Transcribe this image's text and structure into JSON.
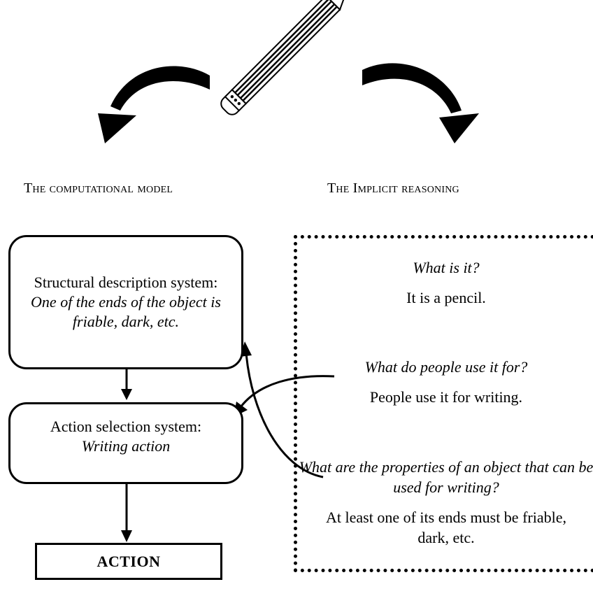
{
  "headings": {
    "left": "The computational model",
    "right": "The Implicit reasoning"
  },
  "left_column": {
    "structural_box": {
      "title": "Structural description system:",
      "detail": "One of the ends of the object is friable, dark, etc."
    },
    "action_selection_box": {
      "title": "Action selection system:",
      "detail": "Writing action"
    },
    "action_box": {
      "label": "ACTION"
    }
  },
  "right_column": {
    "q1": "What is it?",
    "a1": "It is a pencil.",
    "q2": "What do people use it for?",
    "a2": "People use it for writing.",
    "q3": "What are the properties of an object that can be used for writing?",
    "a3": "At least one of its ends must be friable, dark, etc."
  },
  "icons": {
    "top_center": "pencil-icon",
    "left_arrow": "curved-arrow-left-icon",
    "right_arrow": "curved-arrow-right-icon"
  }
}
